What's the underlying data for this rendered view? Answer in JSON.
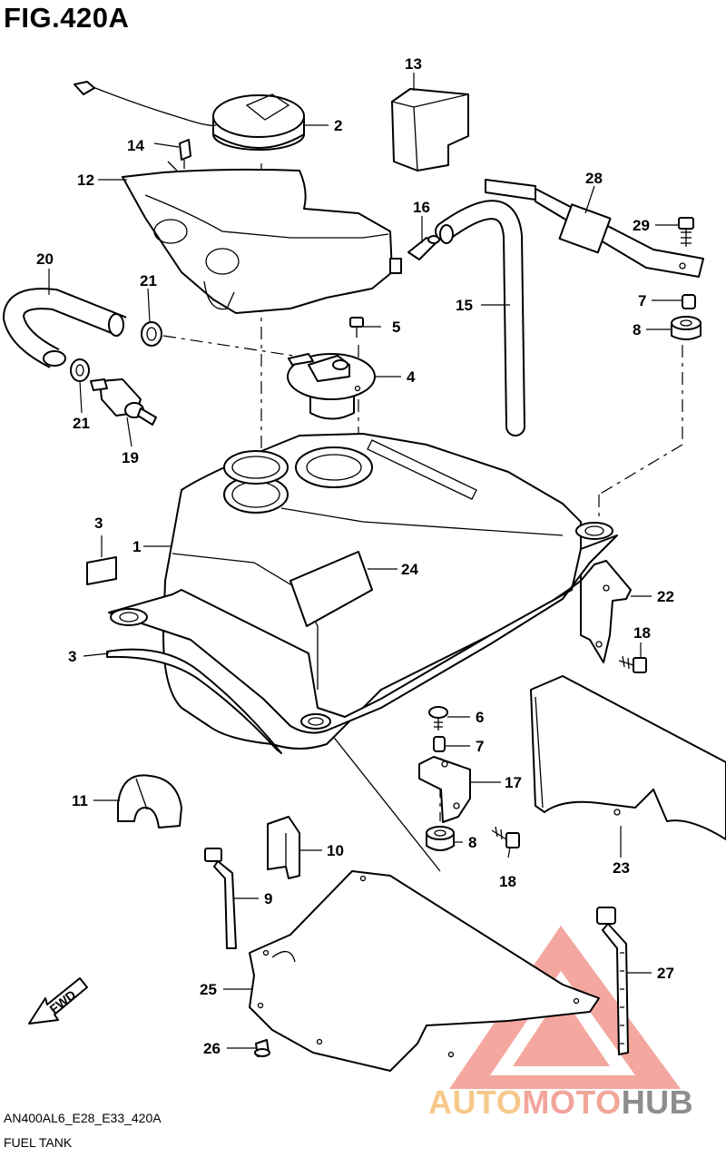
{
  "figure": {
    "title": "FIG.420A",
    "model_code": "AN400AL6_E28_E33_420A",
    "name": "FUEL TANK",
    "fwd_label": "FWD"
  },
  "watermark": {
    "part1": "AUTO",
    "part2": "MOTO",
    "part3": "HUB",
    "colors": {
      "auto": "#f6c98a",
      "moto": "#f2a59b",
      "hub": "#8d8d8d",
      "triangle": "#f08a80"
    }
  },
  "callouts": [
    {
      "id": "c1",
      "text": "1"
    },
    {
      "id": "c2",
      "text": "2"
    },
    {
      "id": "c3a",
      "text": "3"
    },
    {
      "id": "c3b",
      "text": "3"
    },
    {
      "id": "c4",
      "text": "4"
    },
    {
      "id": "c5",
      "text": "5"
    },
    {
      "id": "c6",
      "text": "6"
    },
    {
      "id": "c7a",
      "text": "7"
    },
    {
      "id": "c7b",
      "text": "7"
    },
    {
      "id": "c8a",
      "text": "8"
    },
    {
      "id": "c8b",
      "text": "8"
    },
    {
      "id": "c9",
      "text": "9"
    },
    {
      "id": "c10",
      "text": "10"
    },
    {
      "id": "c11",
      "text": "11"
    },
    {
      "id": "c12",
      "text": "12"
    },
    {
      "id": "c13",
      "text": "13"
    },
    {
      "id": "c14",
      "text": "14"
    },
    {
      "id": "c15",
      "text": "15"
    },
    {
      "id": "c16",
      "text": "16"
    },
    {
      "id": "c17",
      "text": "17"
    },
    {
      "id": "c18a",
      "text": "18"
    },
    {
      "id": "c18b",
      "text": "18"
    },
    {
      "id": "c19",
      "text": "19"
    },
    {
      "id": "c20",
      "text": "20"
    },
    {
      "id": "c21a",
      "text": "21"
    },
    {
      "id": "c21b",
      "text": "21"
    },
    {
      "id": "c22",
      "text": "22"
    },
    {
      "id": "c23",
      "text": "23"
    },
    {
      "id": "c24",
      "text": "24"
    },
    {
      "id": "c25",
      "text": "25"
    },
    {
      "id": "c26",
      "text": "26"
    },
    {
      "id": "c27",
      "text": "27"
    },
    {
      "id": "c28",
      "text": "28"
    },
    {
      "id": "c29",
      "text": "29"
    }
  ]
}
